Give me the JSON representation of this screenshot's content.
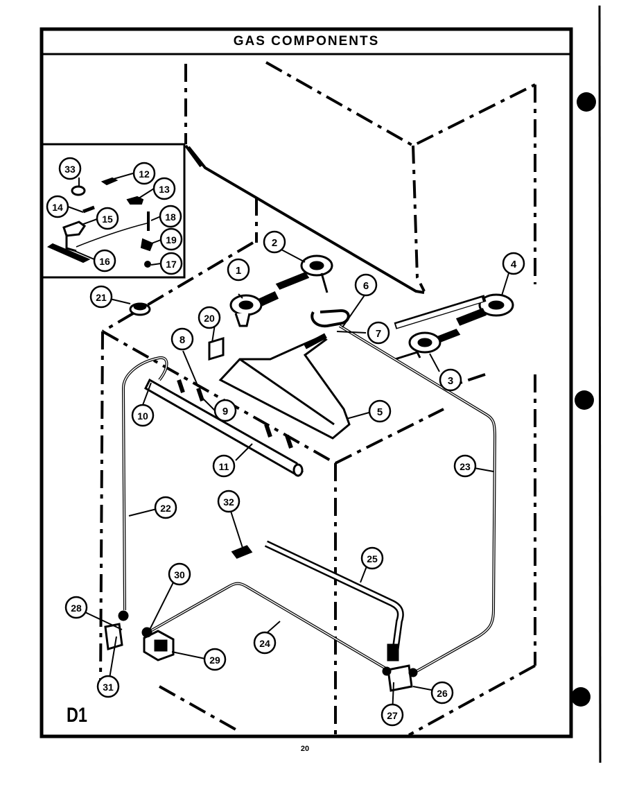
{
  "title": "GAS COMPONENTS",
  "diagram_code": "D1",
  "page_number": "20",
  "callouts": [
    "1",
    "2",
    "3",
    "4",
    "5",
    "6",
    "7",
    "8",
    "9",
    "10",
    "11",
    "12",
    "13",
    "14",
    "15",
    "16",
    "17",
    "18",
    "19",
    "20",
    "21",
    "22",
    "23",
    "24",
    "25",
    "26",
    "27",
    "28",
    "29",
    "30",
    "31",
    "32",
    "33"
  ]
}
